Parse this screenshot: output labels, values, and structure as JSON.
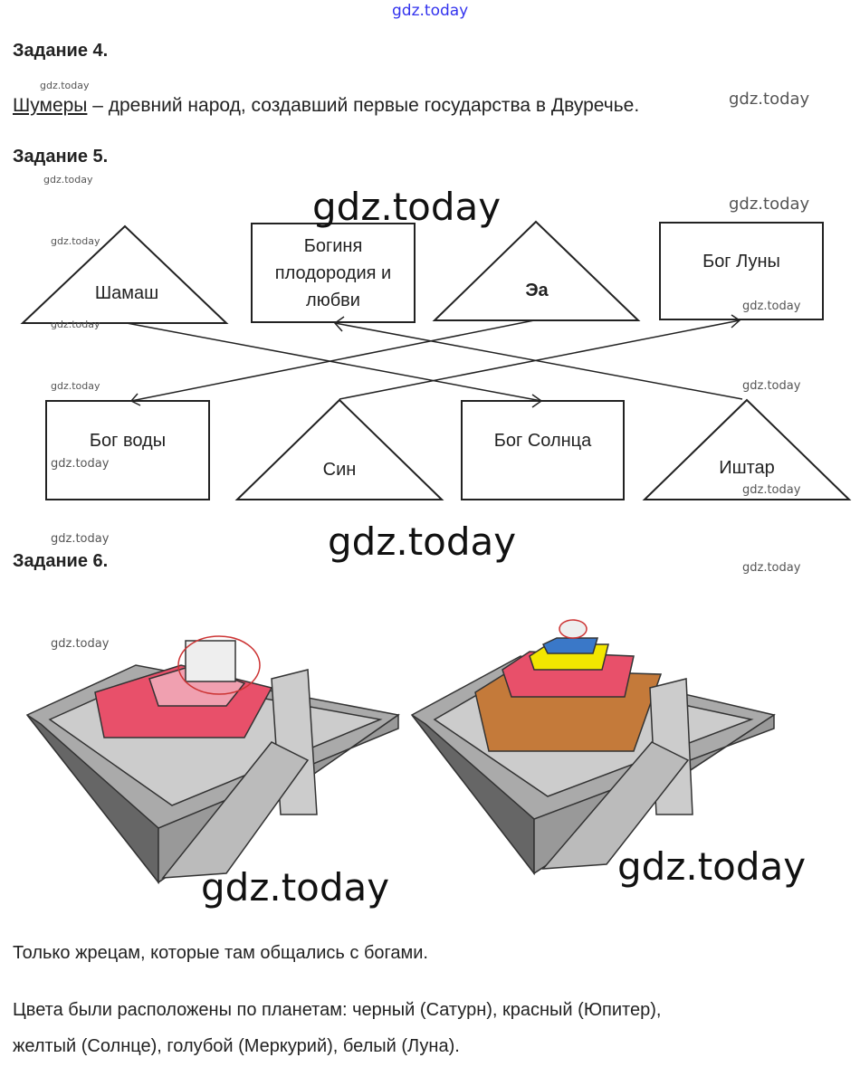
{
  "header_watermark": "gdz.today",
  "task4": {
    "title": "Задание 4.",
    "answer_term": "Шумеры",
    "answer_rest": " – древний народ, создавший первые государства в Двуречье."
  },
  "task5": {
    "title": "Задание 5.",
    "top_row": [
      "Шамаш",
      "Богиня плодородия и любви",
      "Эа",
      "Бог Луны"
    ],
    "bottom_row": [
      "Бог воды",
      "Син",
      "Бог Солнца",
      "Иштар"
    ]
  },
  "task6": {
    "title": "Задание 6.",
    "answer1": "Только жрецам, которые там общались с богами.",
    "answer2_line1": "Цвета были расположены по планетам: черный (Сатурн), красный (Юпитер),",
    "answer2_line2": "желтый (Солнце), голубой (Меркурий), белый (Луна)."
  },
  "watermarks": {
    "small": "gdz.today",
    "big": "gdz.today"
  },
  "colors": {
    "header_watermark": "#3333ee",
    "ziggurat_red": "#e8506a",
    "yellow": "#f2e600",
    "blue": "#3a78c8"
  }
}
